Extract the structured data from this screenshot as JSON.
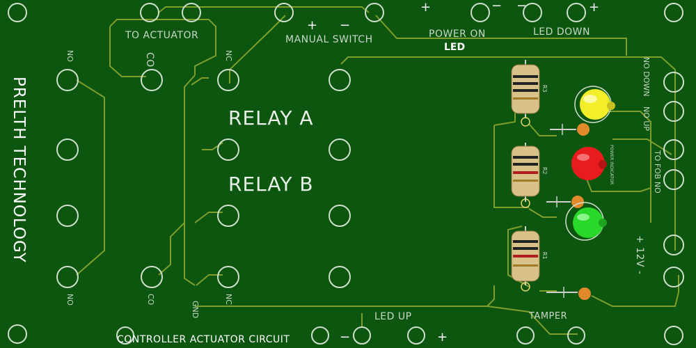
{
  "brand": "PRELTH TECHNOLOGY",
  "footer_title": "CONTROLLER ACTUATOR CIRCUIT",
  "labels": {
    "to_actuator": "TO ACTUATOR",
    "co_top": "CO",
    "no_left_top": "NO",
    "nc_top": "NC",
    "manual_switch": "MANUAL SWITCH",
    "manual_plus": "+",
    "manual_minus": "−",
    "power_on": "POWER ON",
    "led": "LED",
    "led_down": "LED DOWN",
    "top_plus_left": "+",
    "top_minus_1": "−",
    "top_minus_2": "−",
    "top_plus_right": "+",
    "relay_a": "RELAY A",
    "relay_b": "RELAY B",
    "no_down": "NO DOWN",
    "no_up": "NO UP",
    "to_fob_no": "TO FOB NO",
    "v12": "+ 12V -",
    "no_left_bottom": "NO",
    "co_bottom": "CO",
    "gnd": "GND",
    "nc_bottom": "NC",
    "led_up": "LED UP",
    "tamper": "TAMPER",
    "bottom_minus": "−",
    "bottom_plus": "+",
    "r3": "R3",
    "r2": "R2",
    "r1": "R1",
    "power_indicator": "POWER INDICATOR"
  },
  "colors": {
    "board": "#0c560f",
    "trace": "#7a9a2a",
    "pad": "#cfe0cf",
    "led_yellow": "#f2ee2a",
    "led_red": "#e81c1c",
    "led_green": "#2ad82a",
    "resistor_body": "#d9c18a",
    "capacitor": "#e08a2c"
  }
}
